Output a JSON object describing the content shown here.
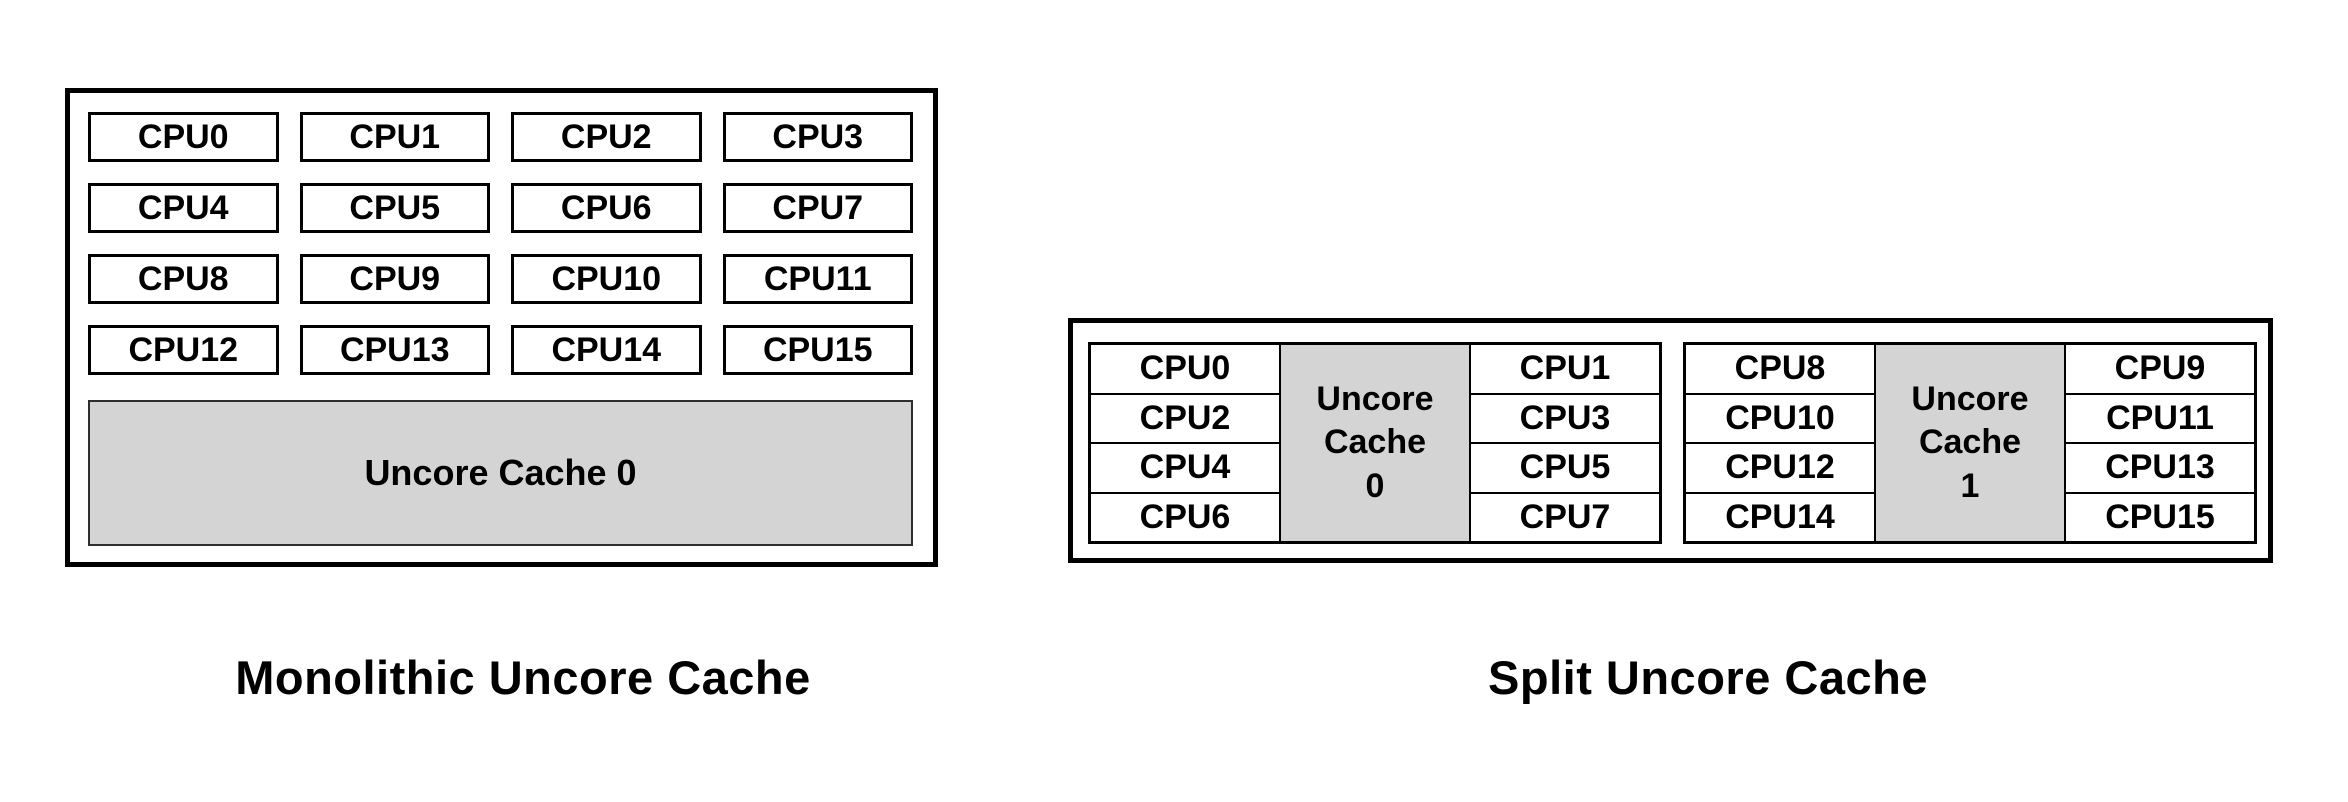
{
  "colors": {
    "cache_fill": "#d4d4d4",
    "border": "#000000",
    "background": "#ffffff"
  },
  "monolithic": {
    "caption": "Monolithic Uncore Cache",
    "cpus": [
      "CPU0",
      "CPU1",
      "CPU2",
      "CPU3",
      "CPU4",
      "CPU5",
      "CPU6",
      "CPU7",
      "CPU8",
      "CPU9",
      "CPU10",
      "CPU11",
      "CPU12",
      "CPU13",
      "CPU14",
      "CPU15"
    ],
    "cache_label": "Uncore Cache 0"
  },
  "split": {
    "caption": "Split Uncore Cache",
    "clusters": [
      {
        "left_cpus": [
          "CPU0",
          "CPU2",
          "CPU4",
          "CPU6"
        ],
        "cache_label": "Uncore\nCache\n0",
        "right_cpus": [
          "CPU1",
          "CPU3",
          "CPU5",
          "CPU7"
        ]
      },
      {
        "left_cpus": [
          "CPU8",
          "CPU10",
          "CPU12",
          "CPU14"
        ],
        "cache_label": "Uncore\nCache\n1",
        "right_cpus": [
          "CPU9",
          "CPU11",
          "CPU13",
          "CPU15"
        ]
      }
    ]
  }
}
